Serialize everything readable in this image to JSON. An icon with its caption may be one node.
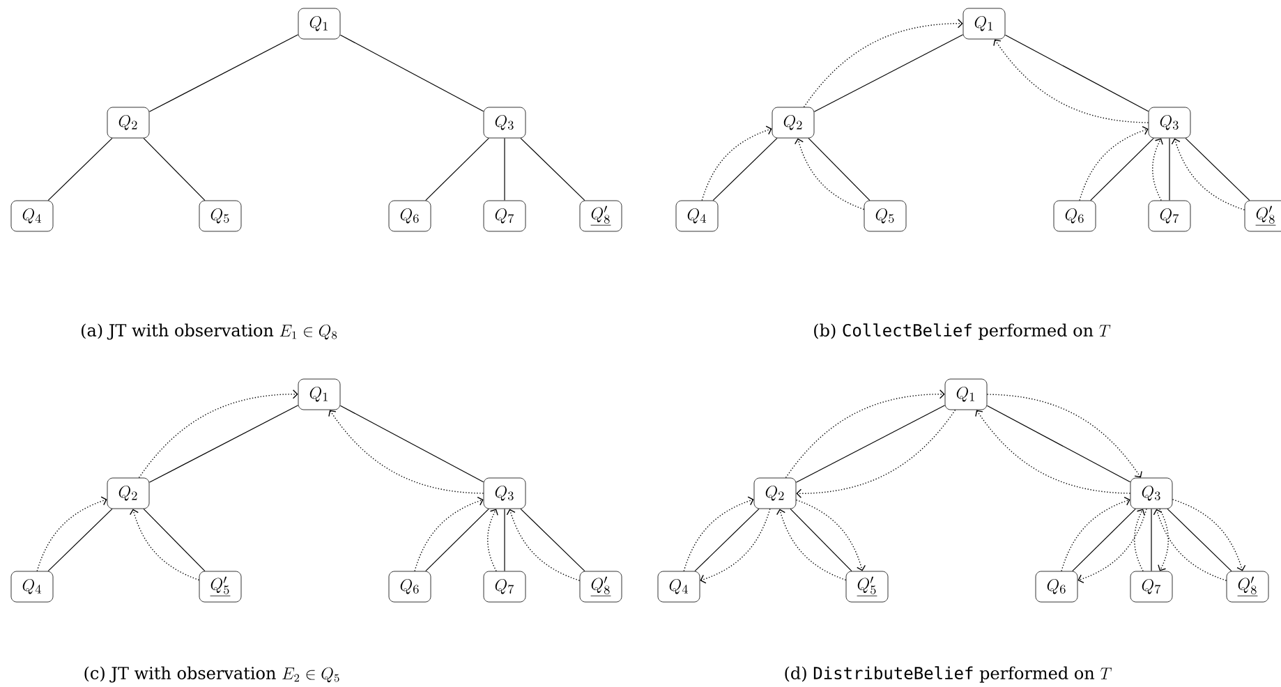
{
  "diagram": {
    "nodes": [
      {
        "text": [
          "Q_1"
        ]
      },
      {
        "text": [
          "Q_2"
        ]
      },
      {
        "text": [
          "Q_3"
        ]
      },
      {
        "text": [
          "Q_4"
        ]
      },
      {
        "text": [
          "Q_5"
        ]
      },
      {
        "text": [
          "Q_6"
        ]
      },
      {
        "text": [
          "Q_7"
        ]
      },
      {
        "text": [
          "\\underline{Q'_8}"
        ]
      },
      {
        "text": [
          "Q_1"
        ]
      },
      {
        "text": [
          "Q_2"
        ]
      },
      {
        "text": [
          "Q_3"
        ]
      },
      {
        "text": [
          "Q_4"
        ]
      },
      {
        "text": [
          "Q_5"
        ]
      },
      {
        "text": [
          "Q_6"
        ]
      },
      {
        "text": [
          "Q_7"
        ]
      },
      {
        "text": [
          "\\underline{Q'_8}"
        ]
      },
      {
        "text": [
          "Q_1"
        ]
      },
      {
        "text": [
          "Q_2"
        ]
      },
      {
        "text": [
          "Q_3"
        ]
      },
      {
        "text": [
          "Q_4"
        ]
      },
      {
        "text": [
          "\\underline{Q'_5}"
        ]
      },
      {
        "text": [
          "Q_6"
        ]
      },
      {
        "text": [
          "Q_7"
        ]
      },
      {
        "text": [
          "\\underline{Q'_8}"
        ]
      },
      {
        "text": [
          "Q_1"
        ]
      },
      {
        "text": [
          "Q_2"
        ]
      },
      {
        "text": [
          "Q_3"
        ]
      },
      {
        "text": [
          "Q_4"
        ]
      },
      {
        "text": [
          "\\underline{Q'_5}"
        ]
      },
      {
        "text": [
          "Q_6"
        ]
      },
      {
        "text": [
          "Q_7"
        ]
      },
      {
        "text": [
          "\\underline{Q'_8}"
        ]
      }
    ],
    "edges": [
      {
        "from": 0,
        "to": 1,
        "arrow": "none"
      },
      {
        "from": 0,
        "to": 2,
        "arrow": "none"
      },
      {
        "from": 1,
        "to": 3,
        "arrow": "none"
      },
      {
        "from": 1,
        "to": 4,
        "arrow": "none"
      },
      {
        "from": 2,
        "to": 5,
        "arrow": "none"
      },
      {
        "from": 2,
        "to": 6,
        "arrow": "none"
      },
      {
        "from": 2,
        "to": 7,
        "arrow": "none"
      },
      {
        "from": 8,
        "to": 9,
        "arrow": "none"
      },
      {
        "from": 8,
        "to": 10,
        "arrow": "none"
      },
      {
        "from": 9,
        "to": 11,
        "arrow": "none"
      },
      {
        "from": 9,
        "to": 12,
        "arrow": "none"
      },
      {
        "from": 10,
        "to": 13,
        "arrow": "none"
      },
      {
        "from": 10,
        "to": 14,
        "arrow": "none"
      },
      {
        "from": 10,
        "to": 15,
        "arrow": "none"
      },
      {
        "from": 11,
        "to": 9,
        "arrow": "to",
        "style": "dashed"
      },
      {
        "from": 12,
        "to": 9,
        "arrow": "to",
        "style": "dashed"
      },
      {
        "from": 9,
        "to": 8,
        "arrow": "to",
        "style": "dashed"
      },
      {
        "from": 13,
        "to": 10,
        "arrow": "to",
        "style": "dashed"
      },
      {
        "from": 14,
        "to": 10,
        "arrow": "to",
        "style": "dashed"
      },
      {
        "from": 15,
        "to": 10,
        "arrow": "to",
        "style": "dashed"
      },
      {
        "from": 10,
        "to": 8,
        "arrow": "to",
        "style": "dashed"
      },
      {
        "from": 16,
        "to": 17,
        "arrow": "none"
      },
      {
        "from": 16,
        "to": 18,
        "arrow": "none"
      },
      {
        "from": 17,
        "to": 19,
        "arrow": "none"
      },
      {
        "from": 17,
        "to": 20,
        "arrow": "none"
      },
      {
        "from": 18,
        "to": 21,
        "arrow": "none"
      },
      {
        "from": 18,
        "to": 22,
        "arrow": "none"
      },
      {
        "from": 18,
        "to": 23,
        "arrow": "none"
      },
      {
        "from": 19,
        "to": 17,
        "arrow": "to",
        "style": "dashed"
      },
      {
        "from": 20,
        "to": 17,
        "arrow": "to",
        "style": "dashed"
      },
      {
        "from": 17,
        "to": 16,
        "arrow": "to",
        "style": "dashed"
      },
      {
        "from": 21,
        "to": 18,
        "arrow": "to",
        "style": "dashed"
      },
      {
        "from": 22,
        "to": 18,
        "arrow": "to",
        "style": "dashed"
      },
      {
        "from": 23,
        "to": 18,
        "arrow": "to",
        "style": "dashed"
      },
      {
        "from": 18,
        "to": 16,
        "arrow": "to",
        "style": "dashed"
      },
      {
        "from": 24,
        "to": 25,
        "arrow": "none"
      },
      {
        "from": 24,
        "to": 26,
        "arrow": "none"
      },
      {
        "from": 25,
        "to": 27,
        "arrow": "none"
      },
      {
        "from": 25,
        "to": 28,
        "arrow": "none"
      },
      {
        "from": 26,
        "to": 29,
        "arrow": "none"
      },
      {
        "from": 26,
        "to": 30,
        "arrow": "none"
      },
      {
        "from": 26,
        "to": 31,
        "arrow": "none"
      },
      {
        "from": 27,
        "to": 25,
        "arrow": "to",
        "style": "dashed"
      },
      {
        "from": 28,
        "to": 25,
        "arrow": "to",
        "style": "dashed"
      },
      {
        "from": 25,
        "to": 24,
        "arrow": "to",
        "style": "dashed"
      },
      {
        "from": 29,
        "to": 26,
        "arrow": "to",
        "style": "dashed"
      },
      {
        "from": 30,
        "to": 26,
        "arrow": "to",
        "style": "dashed"
      },
      {
        "from": 31,
        "to": 26,
        "arrow": "to",
        "style": "dashed"
      },
      {
        "from": 26,
        "to": 24,
        "arrow": "to",
        "style": "dashed"
      },
      {
        "from": 24,
        "to": 25,
        "arrow": "to",
        "style": "dashed"
      },
      {
        "from": 24,
        "to": 26,
        "arrow": "to",
        "style": "dashed"
      },
      {
        "from": 25,
        "to": 27,
        "arrow": "to",
        "style": "dashed"
      },
      {
        "from": 25,
        "to": 28,
        "arrow": "to",
        "style": "dashed"
      },
      {
        "from": 26,
        "to": 29,
        "arrow": "to",
        "style": "dashed"
      },
      {
        "from": 26,
        "to": 30,
        "arrow": "to",
        "style": "dashed"
      },
      {
        "from": 26,
        "to": 31,
        "arrow": "to",
        "style": "dashed"
      }
    ],
    "labels": [
      "\\mbox{(a) JT with observation } E_1 \\in Q_8",
      "\\mbox{(b) \\texttt{CollectBelief} performed on } T",
      "\\mbox{(c) JT with observation } E_2 \\in Q_5",
      "\\mbox{(d) \\texttt{DistributeBelief} performed on } T"
    ]
  }
}
